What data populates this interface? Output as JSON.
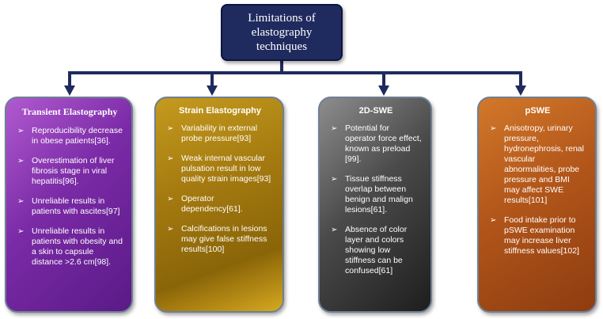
{
  "root": {
    "lines": [
      "Limitations of",
      "elastography",
      "techniques"
    ]
  },
  "colors": {
    "connector": "#1f2a5e",
    "transient": "#7a2aa6",
    "strain": "#a47a10",
    "swe2d": "#4a4a4a",
    "pswe": "#b2561a"
  },
  "cards": [
    {
      "title": "Transient Elastography",
      "items": [
        "Reproducibility decrease in obese patients[36].",
        "Overestimation of liver fibrosis stage in viral hepatitis[96].",
        "Unreliable results in patients with ascites[97]",
        "Unreliable results in patients with obesity and a skin to capsule distance >2.6 cm[98]."
      ]
    },
    {
      "title": "Strain Elastography",
      "items": [
        "Variability in external probe pressure[93]",
        "Weak internal vascular pulsation result in low quality strain images[93]",
        "Operator dependency[61].",
        "Calcifications in lesions may give false stiffness results[100]"
      ]
    },
    {
      "title": "2D-SWE",
      "items": [
        "Potential for operator force effect, known as preload [99].",
        "Tissue stiffness overlap between benign and malign lesions[61].",
        "Absence of color layer and colors showing low stiffness can be confused[61]"
      ]
    },
    {
      "title": "pSWE",
      "items": [
        "Anisotropy, urinary pressure, hydronephrosis, renal vascular abnormalities, probe pressure and BMI may affect SWE results[101]",
        "Food intake prior to pSWE examination may increase liver stiffness values[102]"
      ]
    }
  ]
}
